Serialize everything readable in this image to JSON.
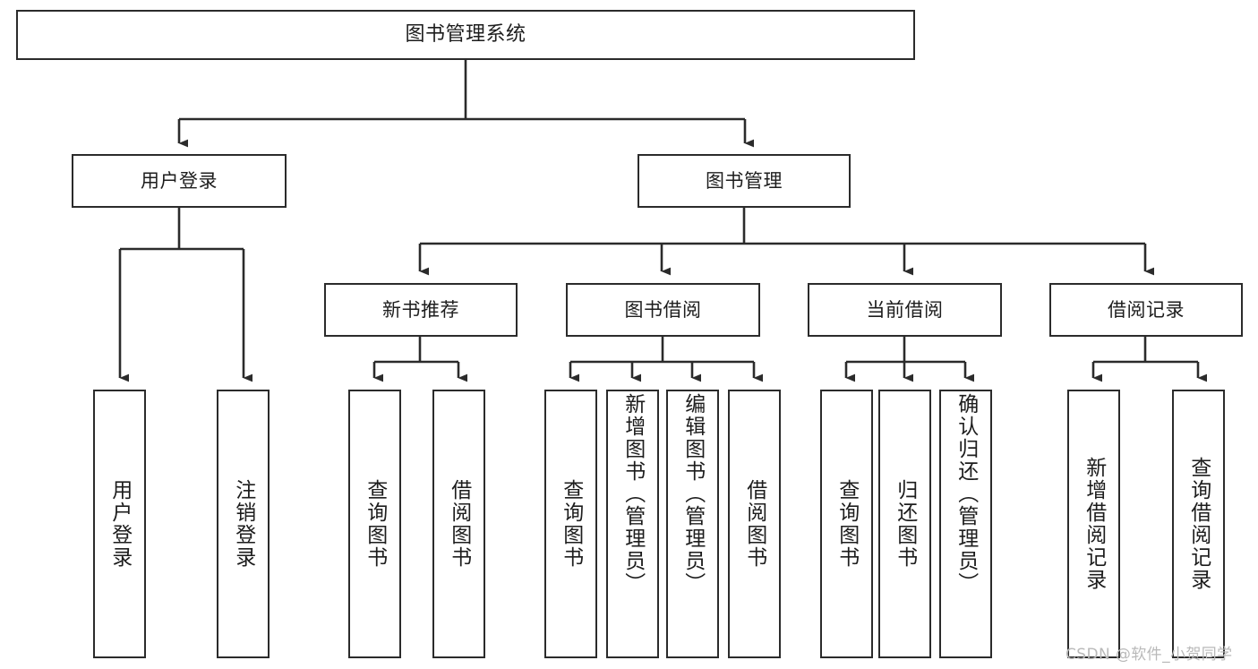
{
  "diagram": {
    "title": "图书管理系统",
    "root": {
      "label": "图书管理系统"
    },
    "level1": [
      {
        "label": "用户登录"
      },
      {
        "label": "图书管理"
      }
    ],
    "level2": [
      {
        "label": "新书推荐"
      },
      {
        "label": "图书借阅"
      },
      {
        "label": "当前借阅"
      },
      {
        "label": "借阅记录"
      }
    ],
    "leaves": {
      "user_login": [
        {
          "label": "用户登录"
        },
        {
          "label": "注销登录"
        }
      ],
      "new_book_recommend": [
        {
          "label": "查询图书"
        },
        {
          "label": "借阅图书"
        }
      ],
      "book_borrow": [
        {
          "label": "查询图书"
        },
        {
          "label": "新增图书（管理员）"
        },
        {
          "label": "编辑图书（管理员）"
        },
        {
          "label": "借阅图书"
        }
      ],
      "current_borrow": [
        {
          "label": "查询图书"
        },
        {
          "label": "归还图书"
        },
        {
          "label": "确认归还（管理员）"
        }
      ],
      "borrow_record": [
        {
          "label": "新增借阅记录"
        },
        {
          "label": "查询借阅记录"
        }
      ]
    }
  },
  "watermark": {
    "text": "CSDN @软件_小贺同学"
  },
  "colors": {
    "stroke": "#2b2b2b",
    "text": "#1d1d1d",
    "background": "#ffffff",
    "watermark": "#b9b9b9"
  }
}
